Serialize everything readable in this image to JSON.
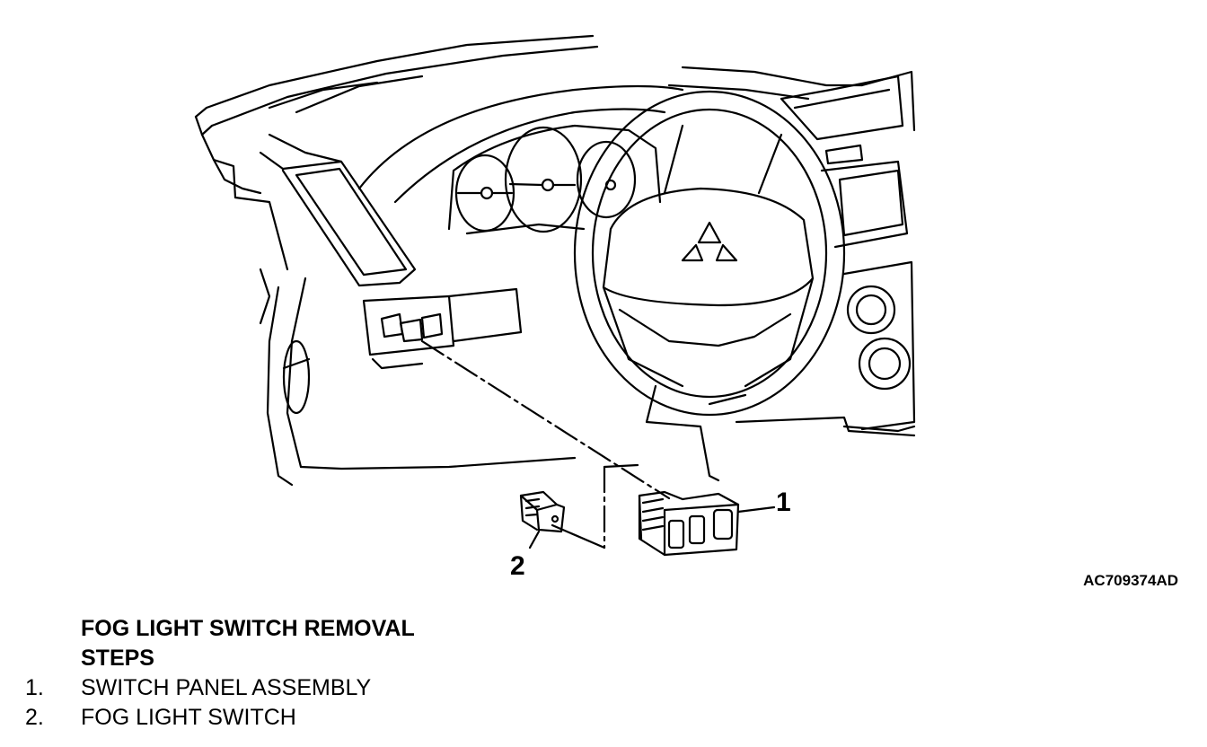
{
  "figure": {
    "callout_1": "1",
    "callout_2": "2",
    "figure_id": "AC709374AD"
  },
  "procedure": {
    "title_line_1": "FOG LIGHT SWITCH REMOVAL",
    "title_line_2": "STEPS",
    "steps": [
      {
        "number": "1.",
        "label": "SWITCH PANEL ASSEMBLY"
      },
      {
        "number": "2.",
        "label": "FOG LIGHT SWITCH"
      }
    ]
  }
}
